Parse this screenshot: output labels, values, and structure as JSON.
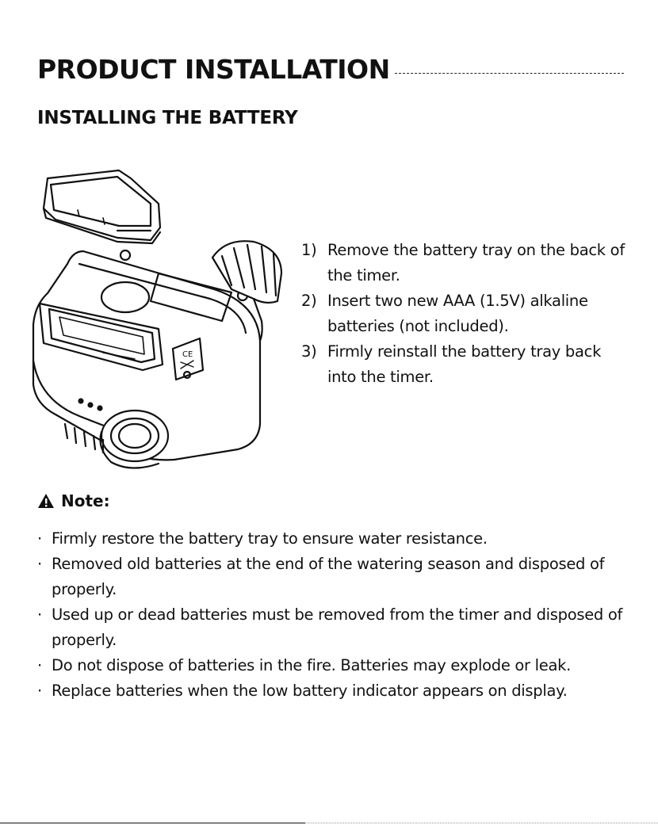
{
  "header": {
    "title": "PRODUCT INSTALLATION",
    "subtitle": "INSTALLING THE BATTERY"
  },
  "illustration": {
    "icon": "battery-tray-timer-illustration"
  },
  "steps": [
    {
      "num": "1)",
      "text": "Remove the battery tray on the back of the timer."
    },
    {
      "num": "2)",
      "text": "Insert two new AAA (1.5V) alkaline batteries (not included)."
    },
    {
      "num": "3)",
      "text": "Firmly reinstall the battery tray back into the timer."
    }
  ],
  "note": {
    "heading": "Note:",
    "icon": "warning-icon",
    "bullet": "·",
    "items": [
      "Firmly restore the battery tray to ensure water resistance.",
      "Removed old batteries at the end of the watering season and disposed of properly.",
      "Used up or dead batteries must be removed from the timer and disposed of properly.",
      "Do not dispose of batteries in the fire. Batteries may explode or leak.",
      "Replace batteries when the low battery indicator appears on display."
    ]
  }
}
